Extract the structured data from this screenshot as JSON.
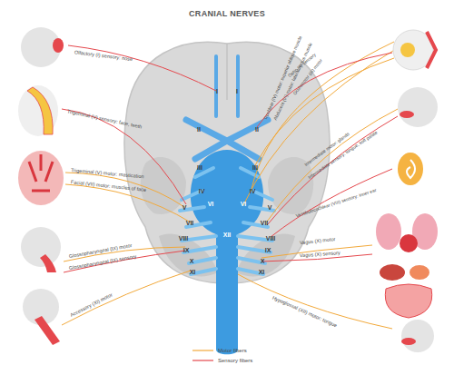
{
  "diagram": {
    "title": "CRANIAL NERVES",
    "labels": [
      "Olfactory (I) sensory: nose",
      "Trigeminal (V) sensory: face, teeth",
      "Trigeminal (V) motor: mastication",
      "Facial (VII) motor: muscles of face",
      "Glossopharyngeal (IX) motor",
      "Glossopharyngeal (IX) sensory",
      "Accessory (XI) motor",
      "Trochlear (IV) motor: superior oblique muscle",
      "Abducent (VI) motor: lateral rectus muscle",
      "Optic (II) sensory",
      "Oculomotor (III) motor",
      "Intermediate motor: glands",
      "Intermediate sensory: tongue, soft palate",
      "Vestibulocochlear (VIII) sensory: inner ear",
      "Vagus (X) motor",
      "Vagus (X) sensory",
      "Hypoglossal (XII) motor: tongue",
      "I",
      "I",
      "II",
      "II",
      "III",
      "III",
      "IV",
      "IV",
      "V",
      "V",
      "VI",
      "VI",
      "VII",
      "VII",
      "VIII",
      "VIII",
      "IX",
      "IX",
      "X",
      "X",
      "XI",
      "XI",
      "XII"
    ],
    "legend": [
      {
        "text": "Motor fibers"
      },
      {
        "text": "Sensory fibers"
      }
    ]
  }
}
